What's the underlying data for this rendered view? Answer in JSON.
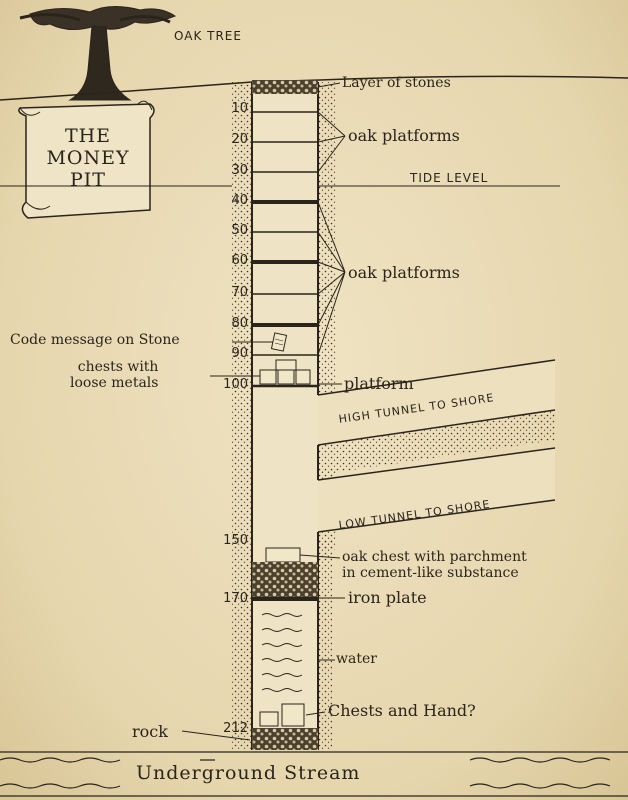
{
  "sign": {
    "line1": "THE",
    "line2": "MONEY",
    "line3": "PIT"
  },
  "labels": {
    "oak_tree": "OAK TREE",
    "layer_of_stones": "Layer of stones",
    "oak_platforms_upper": "oak platforms",
    "tide_level": "TIDE LEVEL",
    "oak_platforms_lower": "oak platforms",
    "code_message": "Code message on Stone",
    "chests_loose_1": "chests with",
    "chests_loose_2": "loose metals",
    "platform": "platform",
    "high_tunnel": "HIGH TUNNEL TO SHORE",
    "low_tunnel": "LOW TUNNEL TO SHORE",
    "oak_chest_1": "oak chest with parchment",
    "oak_chest_2": "in cement-like substance",
    "iron_plate": "iron plate",
    "water": "water",
    "chests_hand": "Chests and Hand?",
    "rock": "rock",
    "underground_stream": "Underground Stream"
  },
  "depths": {
    "d10": "10",
    "d20": "20",
    "d30": "30",
    "d40": "40",
    "d50": "50",
    "d60": "60",
    "d70": "70",
    "d80": "80",
    "d90": "90",
    "d100": "100",
    "d150": "150",
    "d170": "170",
    "d212": "212"
  },
  "colors": {
    "ink": "#2a241b",
    "paper": "#e9dcb8"
  }
}
